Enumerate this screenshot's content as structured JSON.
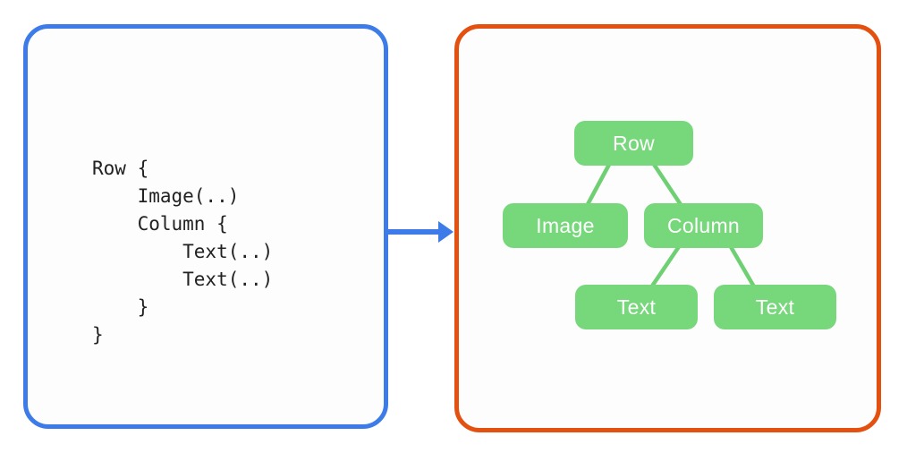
{
  "theme": {
    "page-bg": "#ffffff",
    "panel-bg": "#fdfdfd",
    "blue": "#3d7ce8",
    "orange": "#e4500f",
    "green-fill": "#77d77b",
    "green-line": "#6fd073",
    "node-text": "#ffffff",
    "code-color": "#212121"
  },
  "code_panel": {
    "code": "Row {\n    Image(..)\n    Column {\n        Text(..)\n        Text(..)\n    }\n}"
  },
  "tree_panel": {
    "nodes": [
      {
        "id": "row",
        "label": "Row"
      },
      {
        "id": "image",
        "label": "Image"
      },
      {
        "id": "column",
        "label": "Column"
      },
      {
        "id": "text1",
        "label": "Text"
      },
      {
        "id": "text2",
        "label": "Text"
      }
    ],
    "connectors": [
      {
        "from": "row",
        "to": "image"
      },
      {
        "from": "row",
        "to": "column"
      },
      {
        "from": "column",
        "to": "text1"
      },
      {
        "from": "column",
        "to": "text2"
      }
    ]
  }
}
